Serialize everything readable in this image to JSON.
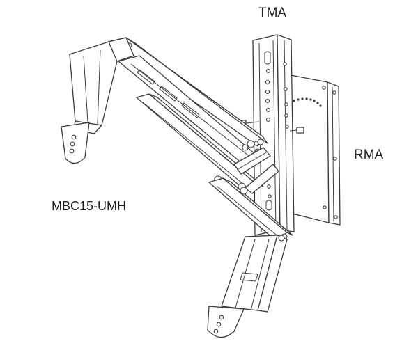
{
  "labels": {
    "top_mount": "TMA",
    "rear_mount": "RMA",
    "bracket": "MBC15-UMH"
  },
  "colors": {
    "line": "#3a3a3a",
    "background": "#ffffff",
    "text": "#222222"
  }
}
